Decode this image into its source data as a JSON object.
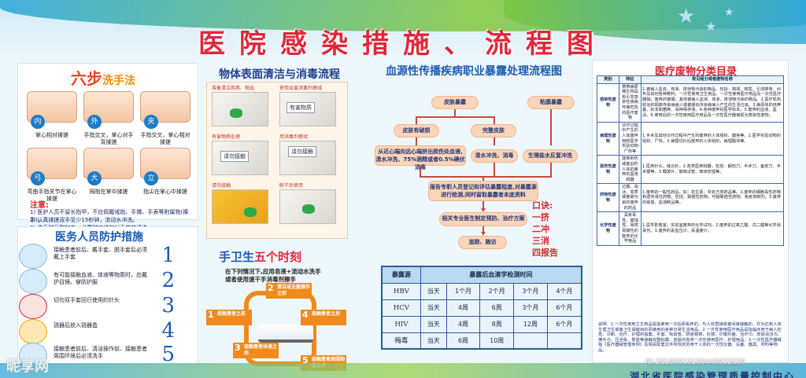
{
  "title": "医院感染措施、流程图",
  "handwash": {
    "title_big": "六步",
    "title_small": "洗手法",
    "steps": [
      {
        "badge": "内",
        "caption": "掌心相对揉搓"
      },
      {
        "badge": "外",
        "caption": "手指交叉，掌心对手背揉搓"
      },
      {
        "badge": "夹",
        "caption": "手指交叉，掌心相对揉搓"
      },
      {
        "badge": "弓",
        "caption": "弯曲手指关节在掌心揉搓"
      },
      {
        "badge": "大",
        "caption": "拇指在掌中揉搓"
      },
      {
        "badge": "立",
        "caption": "指尖在掌心中揉搓"
      }
    ],
    "note_head": "注意:",
    "notes": [
      "1) 医护人员不留长指甲，不应佩戴戒指、手镯、手表等附属物(裸手)。",
      "2) 认真揉搓双手至少15秒钟，流动水冲洗。",
      "3) 洗手时后剩加内。必要时应增加对手腕的清洗。"
    ]
  },
  "protection": {
    "title": "医务人员防护措施",
    "items": [
      {
        "num": "1",
        "text": "接触患者前后、戴手套、脱手套后必须戴上手套"
      },
      {
        "num": "2",
        "text": "有可能接触血液、体液等物质时，应戴护目镜、穿防护服"
      },
      {
        "num": "3",
        "text": "切勿双手套回已使用的针头"
      },
      {
        "num": "4",
        "text": "锐器后放入锐器盒"
      },
      {
        "num": "5",
        "text": "接触患者前后、清洁操作前、接触患者周围环境后必须洗手"
      }
    ]
  },
  "surface": {
    "title": "物体表面清洁与消毒流程",
    "captions": [
      "准备清洁用具、物品",
      "使用含氯消毒剂擦拭",
      "有害物质处理",
      "用消毒剂擦拭",
      "请勿接触",
      "晾干后使用"
    ],
    "cards": [
      "有害物质",
      "请勿接触",
      "请勿接触"
    ]
  },
  "hand_hygiene": {
    "title_a": "手卫生",
    "title_b": "五个时刻",
    "sub1": "在下列情况下,应用皂液+流动水洗手",
    "sub2": "或者使用速干手消毒剂擦手",
    "moments": [
      {
        "n": "1",
        "text": "接触患者之前"
      },
      {
        "n": "2",
        "text": "清洁或无菌操作之前"
      },
      {
        "n": "3",
        "text": "接触患者体液之后"
      },
      {
        "n": "4",
        "text": "接触患者之后"
      },
      {
        "n": "5",
        "text": "接触患者周围物品之后"
      }
    ]
  },
  "blood": {
    "title": "血源性传播疾病职业暴露处理流程图",
    "nodes": {
      "skin": "皮肤暴露",
      "mucosa": "粘膜暴露",
      "wound": "皮肤有破损",
      "intact": "完整皮肤",
      "squeeze": "从近心端向远心端挤出损伤处血液,清水冲洗、75%酒精或者0.5%碘伏消毒",
      "rinse": "清水冲洗、消毒",
      "saline": "生理盐水反复冲洗",
      "report": "报告专职人员登记和评估暴露程度,对暴露源进行检测,同时留取暴露者本底资料",
      "expert": "相关专业医生制定预防、治疗方案",
      "follow": "追踪、随访"
    },
    "formula": [
      "口诀:",
      "一挤",
      "二冲",
      "三消",
      "四报告"
    ]
  },
  "test_table": {
    "headers": [
      "暴露源",
      "暴露后血清学检测时间"
    ],
    "rows": [
      {
        "source": "HBV",
        "times": [
          "当天",
          "1个月",
          "2个月",
          "3个月",
          "4个月"
        ]
      },
      {
        "source": "HCV",
        "times": [
          "当天",
          "4周",
          "6周",
          "3个月",
          "6个月"
        ]
      },
      {
        "source": "HIV",
        "times": [
          "当天",
          "4周",
          "8周",
          "12周",
          "6个月"
        ]
      },
      {
        "source": "梅毒",
        "times": [
          "当天",
          "6周",
          "10周",
          "",
          ""
        ]
      }
    ]
  },
  "waste": {
    "title": "医疗废物分类目录",
    "headers": [
      "类别",
      "特征",
      "常见组分或者废物名称"
    ],
    "rows": [
      {
        "cat": "感染性废物",
        "feat": "携带病原微生物具有引发感染性疾病传播危险的医疗废物",
        "items": "1.被病人血液、体液、排泄物污染的物品，包括：棉球、棉签、引流棉条、纱布及其他各种敷料；一次性使用卫生用品、一次性使用医疗用品及一次性医疗器械；废弃的被服；其他被病人血液、体液、排泄物污染的物品。2.医疗机构收治的隔离传染病病人或者疑似传染病病人产生的生活垃圾。3.病原体的培养基、标本和菌种、毒种保存液。4.各种废弃的医学标本。5.废弃的血液、血清。6.使用后的一次性使用医疗用品及一次性医疗器械视为感染性废物。"
      },
      {
        "cat": "病理性废物",
        "feat": "诊疗过程中产生的人体废弃物和医学实验动物尸体等",
        "items": "1.手术及其他诊疗过程中产生的废弃的人体组织、器官等。2.医学实验动物的组织、尸体。3.病理切片后废弃的人体组织、病理腊块等。"
      },
      {
        "cat": "损伤性废物",
        "feat": "能够刺伤或者割伤人体的废弃的医用锐器",
        "items": "1.医用针头、缝合针。2.各类医用锐器，包括：解剖刀、手术刀、备皮刀、手术锯等。3.载玻片、玻璃试管、玻璃安瓿等。"
      },
      {
        "cat": "药物性废物",
        "feat": "过期、淘汰、变质或者被污染的废弃的药品",
        "items": "1.废弃的一般性药品，如：抗生素、非处方类药品等。2.废弃的细胞毒性药物和遗传毒性药物，包括：致癌性药物；可疑致癌性药物；免疫抑制剂。3.废弃的疫苗、血液制品等。"
      },
      {
        "cat": "化学性废物",
        "feat": "具有毒性、腐蚀性、易燃易爆性的废弃的化学物品",
        "items": "1.医学影像室、实验室废弃的化学试剂。2.废弃的过氧乙酸、戊二醛等化学消毒剂。3.废弃的汞血压计、汞温度计。"
      }
    ],
    "note": "说明：1.一次性使用卫生用品是指使用一次后即丢弃的，与人体直接或者间接接触的，并为达到人体生理卫生或者卫生保健目的而使用的各种日常生活用品。2.一次性使用医疗用品是指临床用于病人检查、诊断、治疗、护理的指套、手套、吸痰管、阴道窥镜、肛镜、印模托盘、治疗巾、皮肤清洁巾、擦手巾、压舌板、臀垫等接触完整粘膜、皮肤的各类一次性使用医疗、护理用品。3.一次性医疗器械指《医疗器械管理条例》及相关配套文件所规定的用于人体的一次性仪器、设备、器具、材料等物品。"
  },
  "footer": "湖北省医院感染管理质量控制中心",
  "watermark": "昵享网",
  "watermark_id": "ID:20180910100446922039"
}
